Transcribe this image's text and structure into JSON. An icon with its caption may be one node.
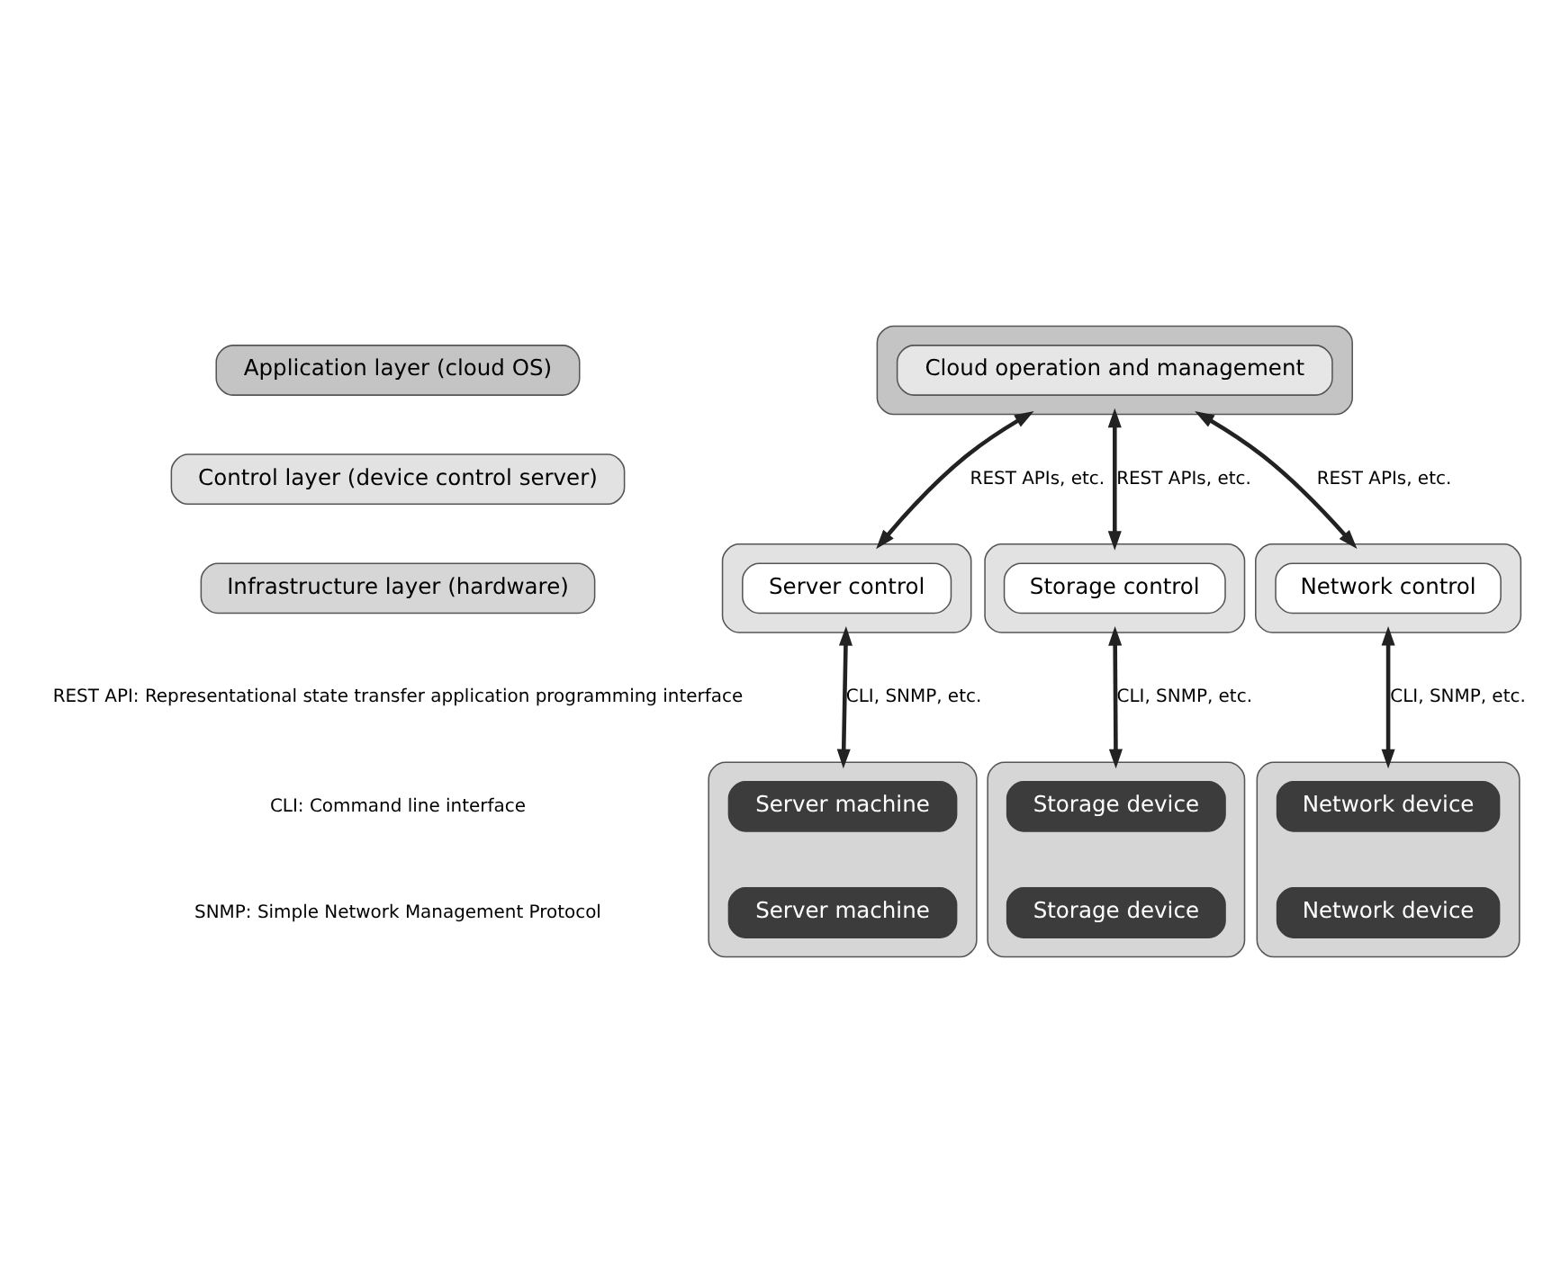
{
  "diagram": {
    "nodes": [
      {
        "text": [
          "Application layer (cloud OS)"
        ]
      },
      {
        "text": [],
        "shape": "box"
      },
      {
        "text": [
          "Cloud operation and management"
        ],
        "in": 1
      },
      {
        "text": [
          "Control layer (device control server)"
        ]
      },
      {
        "text": [],
        "shape": "box"
      },
      {
        "text": [
          "Server control"
        ],
        "in": 4
      },
      {
        "text": [],
        "shape": "box"
      },
      {
        "text": [
          "Storage control"
        ],
        "in": 6
      },
      {
        "text": [],
        "shape": "box"
      },
      {
        "text": [
          "Network control"
        ],
        "in": 8
      },
      {
        "text": [
          "Infrastructure layer (hardware)"
        ]
      },
      {
        "text": [],
        "shape": "box"
      },
      {
        "text": [
          "Server machine"
        ],
        "in": 11
      },
      {
        "text": [
          "Server machine"
        ],
        "in": 11
      },
      {
        "text": [],
        "shape": "box"
      },
      {
        "text": [
          "Storage device"
        ],
        "in": 14
      },
      {
        "text": [
          "Storage device"
        ],
        "in": 14
      },
      {
        "text": [],
        "shape": "box"
      },
      {
        "text": [
          "Network device"
        ],
        "in": 17
      },
      {
        "text": [
          "Network device"
        ],
        "in": 17
      }
    ],
    "edges": [
      {
        "from": 1,
        "to": 4,
        "arrow": "both",
        "label": "REST APIs, etc."
      },
      {
        "from": 1,
        "to": 6,
        "arrow": "both",
        "label": "REST APIs, etc."
      },
      {
        "from": 1,
        "to": 8,
        "arrow": "both",
        "label": "REST APIs, etc."
      },
      {
        "from": 4,
        "to": 11,
        "arrow": "both",
        "label": "CLI, SNMP, etc."
      },
      {
        "from": 6,
        "to": 14,
        "arrow": "both",
        "label": "CLI, SNMP, etc."
      },
      {
        "from": 8,
        "to": 17,
        "arrow": "both",
        "label": "CLI, SNMP, etc."
      }
    ],
    "labels": [
      "REST API: Representational state transfer application programming interface",
      "CLI: Command line interface",
      "SNMP: Simple Network Management Protocol"
    ]
  }
}
